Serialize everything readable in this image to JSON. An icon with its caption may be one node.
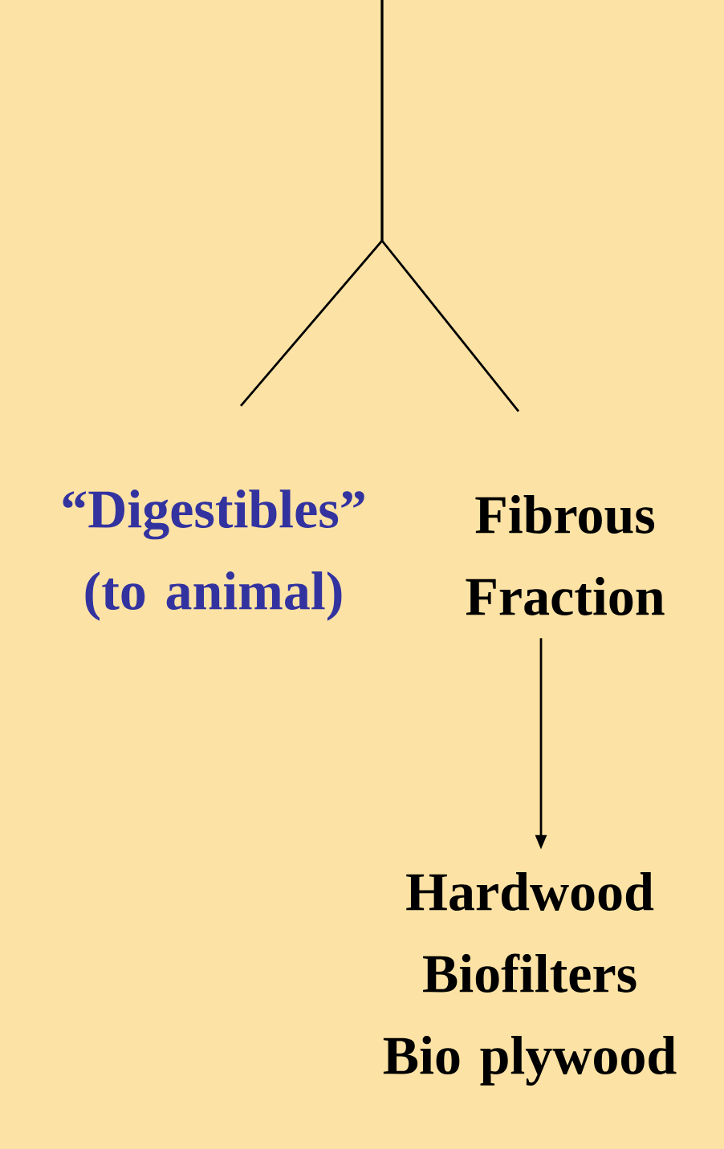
{
  "diagram": {
    "nodes": [
      {
        "text": [
          "“Digestibles” (to animal)"
        ]
      },
      {
        "text": [
          "Fibrous Fraction"
        ]
      },
      {
        "text": [
          "Hardwood",
          "Biofilters",
          "Bio plywood"
        ]
      }
    ],
    "edges": [
      {
        "from": null,
        "to": 0,
        "arrow": "none"
      },
      {
        "from": null,
        "to": 1,
        "arrow": "none"
      },
      {
        "from": 1,
        "to": 2,
        "arrow": "to"
      }
    ]
  }
}
